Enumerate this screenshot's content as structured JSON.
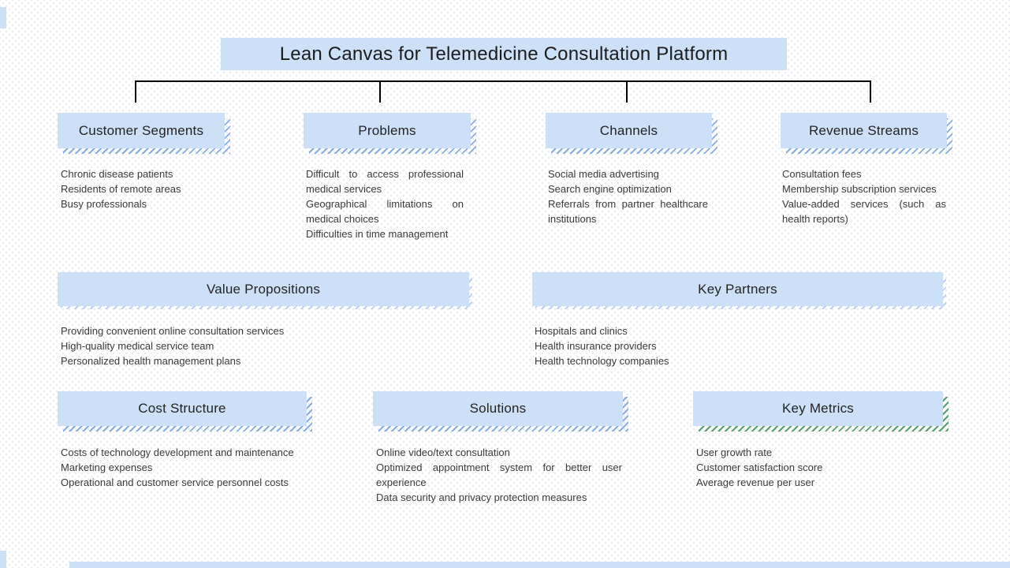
{
  "title": "Lean Canvas for Telemedicine Consultation Platform",
  "colors": {
    "box_fill": "#cce0f8",
    "hatch_blue": "#85ade4",
    "hatch_green": "#57a06e",
    "connector_line": "#000000",
    "body_text": "#3a3a3a"
  },
  "sections": [
    {
      "label": "Customer Segments",
      "items": [
        "Chronic disease patients",
        "Residents of remote areas",
        "Busy professionals"
      ]
    },
    {
      "label": "Problems",
      "items": [
        "Difficult to access professional medical services",
        "Geographical limitations on medical choices",
        "Difficulties in time management"
      ]
    },
    {
      "label": "Channels",
      "items": [
        "Social media advertising",
        "Search engine optimization",
        "Referrals from partner healthcare institutions"
      ]
    },
    {
      "label": "Revenue Streams",
      "items": [
        "Consultation fees",
        "Membership subscription services",
        "Value-added services (such as health reports)"
      ]
    },
    {
      "label": "Value Propositions",
      "items": [
        "Providing convenient online consultation services",
        "High-quality medical service team",
        "Personalized health management plans"
      ]
    },
    {
      "label": "Key Partners",
      "items": [
        "Hospitals and clinics",
        "Health insurance providers",
        "Health technology companies"
      ]
    },
    {
      "label": "Cost Structure",
      "items": [
        "Costs of technology development and maintenance",
        "Marketing expenses",
        "Operational and customer service personnel costs"
      ]
    },
    {
      "label": "Solutions",
      "items": [
        "Online video/text consultation",
        "Optimized appointment system for better user experience",
        "Data security and privacy protection measures"
      ]
    },
    {
      "label": "Key Metrics",
      "items": [
        "User growth rate",
        "Customer satisfaction score",
        "Average revenue per user"
      ]
    }
  ]
}
